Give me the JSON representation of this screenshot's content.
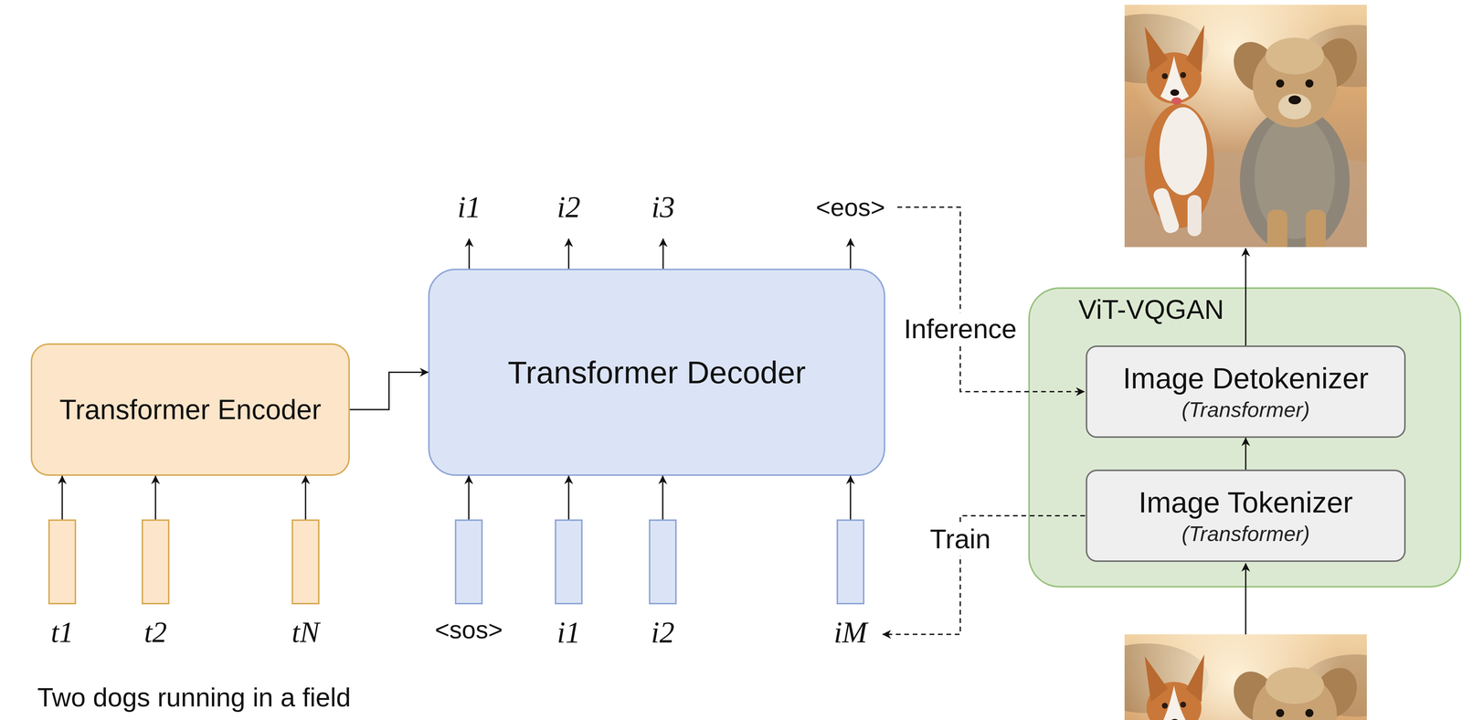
{
  "diagram": {
    "nodes": [
      {
        "text": [
          "Transformer Encoder"
        ]
      },
      {
        "text": [
          "t1"
        ]
      },
      {
        "text": [
          "t2"
        ]
      },
      {
        "text": [
          "tN"
        ]
      },
      {
        "text": [
          "Transformer Decoder"
        ]
      },
      {
        "text": [
          "<sos>"
        ]
      },
      {
        "text": [
          "i1"
        ]
      },
      {
        "text": [
          "i2"
        ]
      },
      {
        "text": [
          "iM"
        ]
      },
      {
        "text": [
          "ViT-VQGAN"
        ]
      },
      {
        "text": [
          "Image Detokenizer",
          "(Transformer)"
        ],
        "in": 9
      },
      {
        "text": [
          "Image Tokenizer",
          "(Transformer)"
        ],
        "in": 9
      }
    ],
    "edges": [
      {
        "from": 1,
        "to": 0,
        "arrow": "to"
      },
      {
        "from": 2,
        "to": 0,
        "arrow": "to"
      },
      {
        "from": 3,
        "to": 0,
        "arrow": "to"
      },
      {
        "from": 0,
        "to": 4,
        "arrow": "to"
      },
      {
        "from": 5,
        "to": 4,
        "arrow": "to"
      },
      {
        "from": 6,
        "to": 4,
        "arrow": "to"
      },
      {
        "from": 7,
        "to": 4,
        "arrow": "to"
      },
      {
        "from": 8,
        "to": 4,
        "arrow": "to"
      },
      {
        "from": 11,
        "to": 10,
        "arrow": "to"
      }
    ],
    "labels": [
      "i1",
      "i2",
      "i3",
      "<eos>",
      "Inference",
      "Train",
      "Two dogs running in a field"
    ]
  }
}
